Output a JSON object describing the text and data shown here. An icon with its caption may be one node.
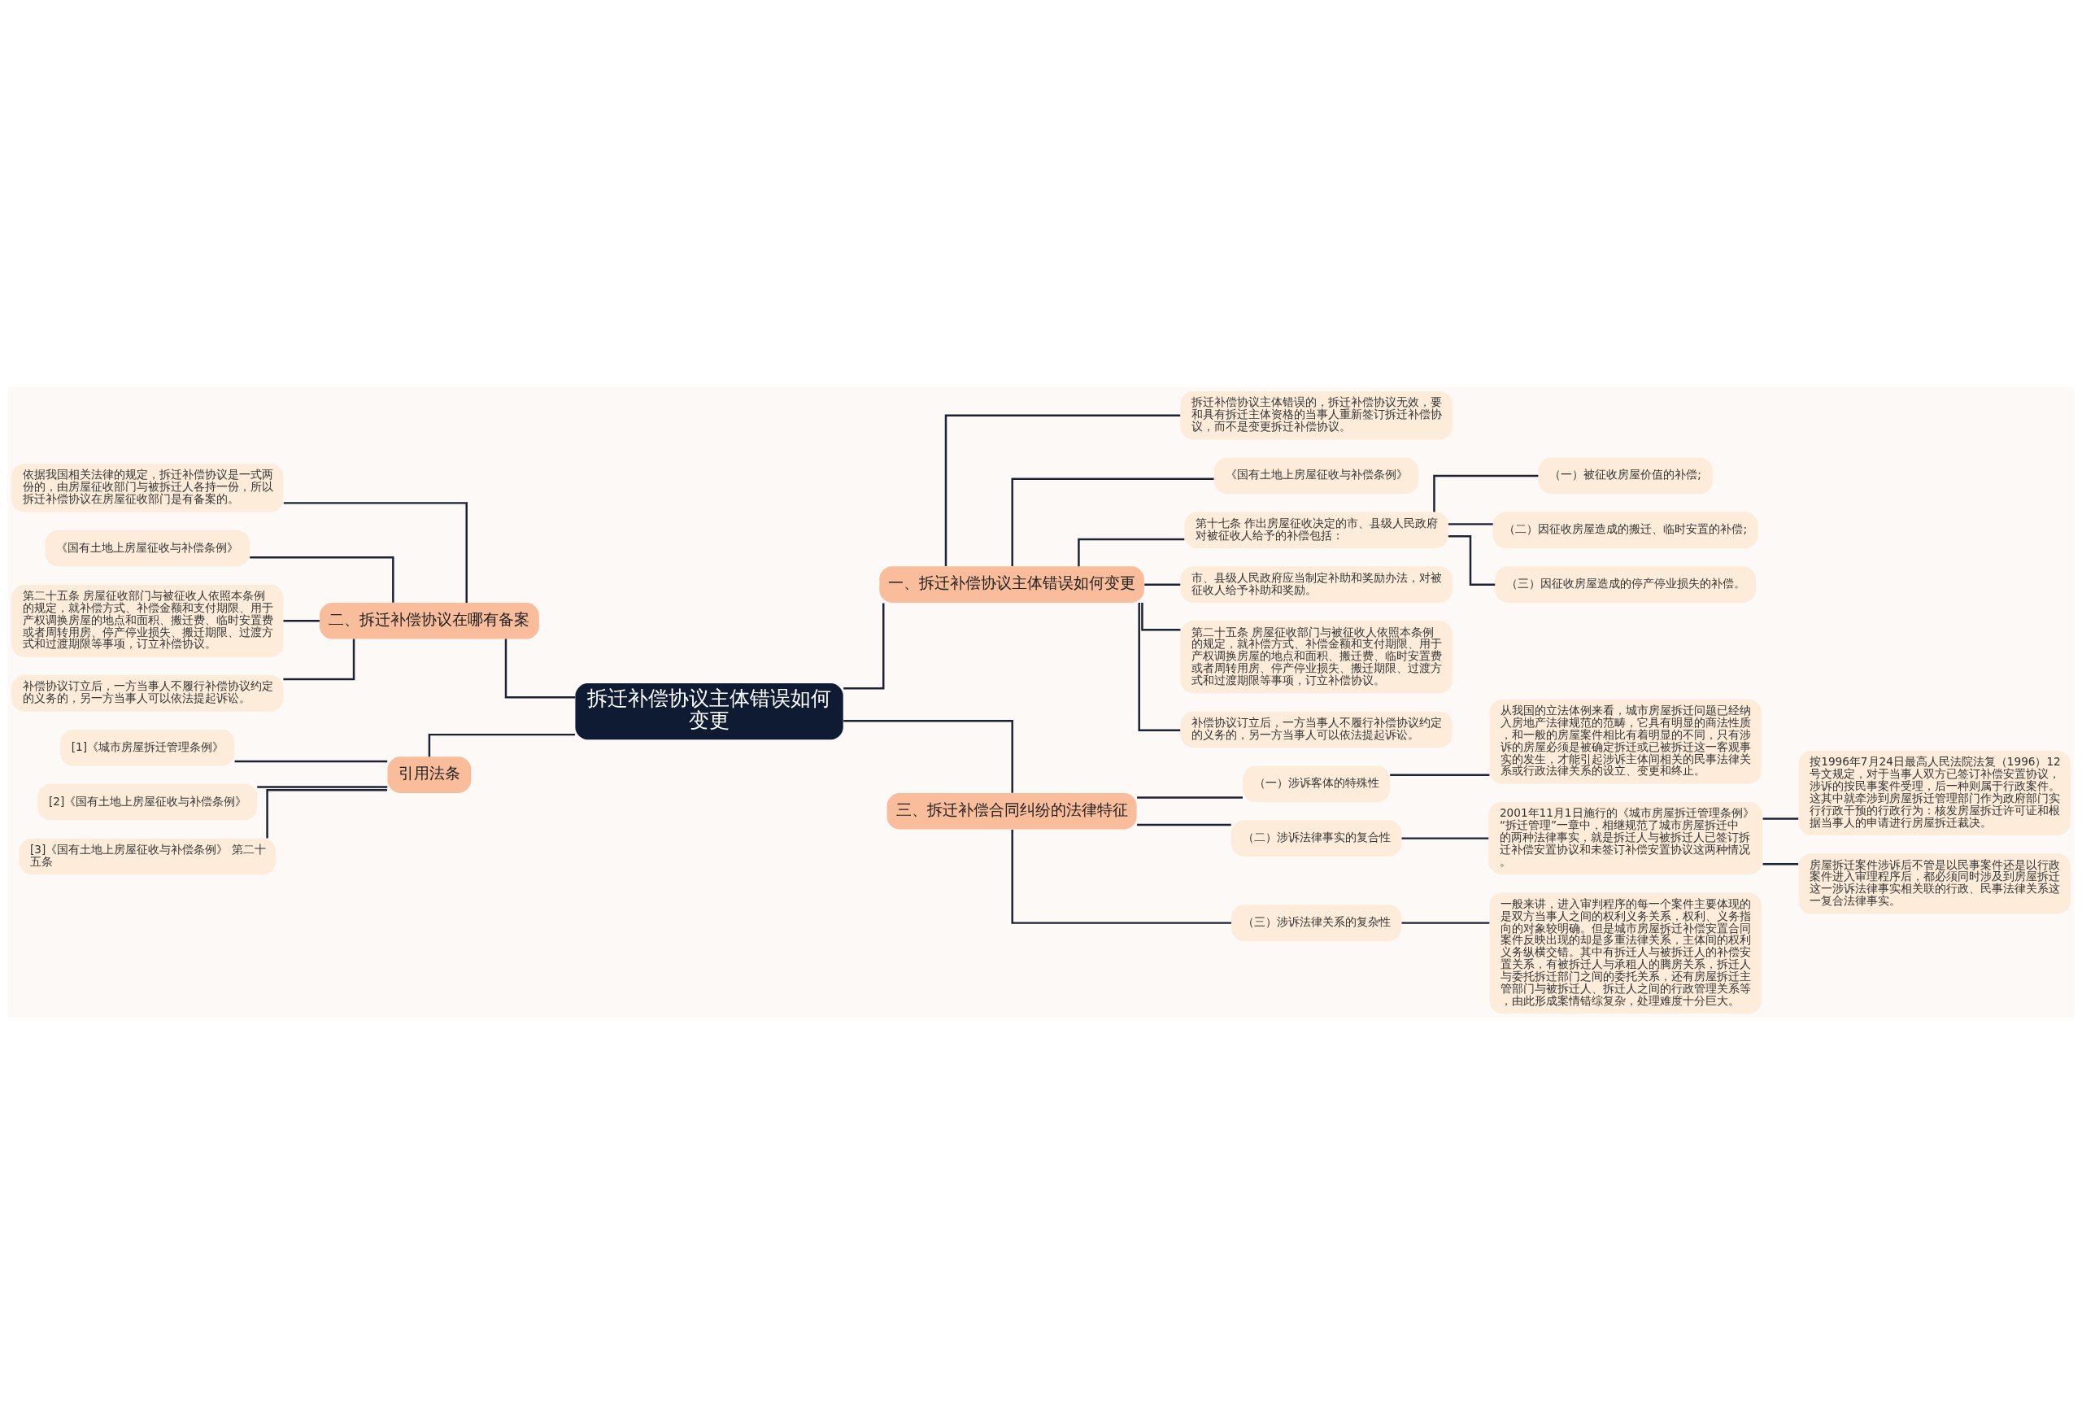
{
  "diagram": {
    "nodes": [
      {
        "text": [
          "拆迁补偿协议主体错误如何变更"
        ]
      },
      {
        "text": [
          "一、拆迁补偿协议主体错误如何变更"
        ]
      },
      {
        "text": [
          "拆迁补偿协议主体错误的，拆迁补偿协议无效，要和具有拆迁主体资格的当事人重新签订拆迁补偿协议，而不是变更拆迁补偿协议。"
        ]
      },
      {
        "text": [
          "《国有土地上房屋征收与补偿条例》"
        ]
      },
      {
        "text": [
          "第十七条 作出房屋征收决定的市、县级人民政府对被征收人给予的补偿包括："
        ]
      },
      {
        "text": [
          "（一）被征收房屋价值的补偿;"
        ]
      },
      {
        "text": [
          "（二）因征收房屋造成的搬迁、临时安置的补偿;"
        ]
      },
      {
        "text": [
          "（三）因征收房屋造成的停产停业损失的补偿。"
        ]
      },
      {
        "text": [
          "市、县级人民政府应当制定补助和奖励办法，对被征收人给予补助和奖励。"
        ]
      },
      {
        "text": [
          "第二十五条 房屋征收部门与被征收人依照本条例的规定，就补偿方式、补偿金额和支付期限、用于产权调换房屋的地点和面积、搬迁费、临时安置费或者周转用房、停产停业损失、搬迁期限、过渡方式和过渡期限等事项，订立补偿协议。"
        ]
      },
      {
        "text": [
          "补偿协议订立后，一方当事人不履行补偿协议约定的义务的，另一方当事人可以依法提起诉讼。"
        ]
      },
      {
        "text": [
          "二、拆迁补偿协议在哪有备案"
        ]
      },
      {
        "text": [
          "依据我国相关法律的规定，拆迁补偿协议是一式两份的，由房屋征收部门与被拆迁人各持一份，所以拆迁补偿协议在房屋征收部门是有备案的。"
        ]
      },
      {
        "text": [
          "《国有土地上房屋征收与补偿条例》"
        ]
      },
      {
        "text": [
          "第二十五条 房屋征收部门与被征收人依照本条例的规定，就补偿方式、补偿金额和支付期限、用于产权调换房屋的地点和面积、搬迁费、临时安置费或者周转用房、停产停业损失、搬迁期限、过渡方式和过渡期限等事项，订立补偿协议。"
        ]
      },
      {
        "text": [
          "补偿协议订立后，一方当事人不履行补偿协议约定的义务的，另一方当事人可以依法提起诉讼。"
        ]
      },
      {
        "text": [
          "引用法条"
        ]
      },
      {
        "text": [
          "[1]《城市房屋拆迁管理条例》"
        ]
      },
      {
        "text": [
          "[2]《国有土地上房屋征收与补偿条例》"
        ]
      },
      {
        "text": [
          "[3]《国有土地上房屋征收与补偿条例》 第二十五条"
        ]
      },
      {
        "text": [
          "三、拆迁补偿合同纠纷的法律特征"
        ]
      },
      {
        "text": [
          "（一）涉诉客体的特殊性"
        ]
      },
      {
        "text": [
          "从我国的立法体例来看，城市房屋拆迁问题已经纳入房地产法律规范的范畴，它具有明显的商法性质，和一般的房屋案件相比有着明显的不同，只有涉诉的房屋必须是被确定拆迁或已被拆迁这一客观事实的发生，才能引起涉诉主体间相关的民事法律关系或行政法律关系的设立、变更和终止。"
        ]
      },
      {
        "text": [
          "（二）涉诉法律事实的复合性"
        ]
      },
      {
        "text": [
          "2001年11月1日施行的《城市房屋拆迁管理条例》“拆迁管理”一章中，相继规范了城市房屋拆迁中的两种法律事实，就是拆迁人与被拆迁人已签订拆迁补偿安置协议和未签订补偿安置协议这两种情况。"
        ]
      },
      {
        "text": [
          "按1996年7月24日最高人民法院法复（1996）12号文规定，对于当事人双方已签订补偿安置协议，涉诉的按民事案件受理，后一种则属于行政案件。这其中就牵涉到房屋拆迁管理部门作为政府部门实行行政干预的行政行为：核发房屋拆迁许可证和根据当事人的申请进行房屋拆迁裁决。"
        ]
      },
      {
        "text": [
          "房屋拆迁案件涉诉后不管是以民事案件还是以行政案件进入审理程序后，都必须同时涉及到房屋拆迁这一涉诉法律事实相关联的行政、民事法律关系这一复合法律事实。"
        ]
      },
      {
        "text": [
          "（三）涉诉法律关系的复杂性"
        ]
      },
      {
        "text": [
          "一般来讲，进入审判程序的每一个案件主要体现的是双方当事人之间的权利义务关系，权利、义务指向的对象较明确。但是城市房屋拆迁补偿安置合同案件反映出现的却是多重法律关系，主体间的权利义务纵横交错。其中有拆迁人与被拆迁人的补偿安置关系，有被拆迁人与承租人的腾房关系，拆迁人与委托拆迁部门之间的委托关系，还有房屋拆迁主管部门与被拆迁人、拆迁人之间的行政管理关系等，由此形成案情错综复杂，处理难度十分巨大。"
        ]
      }
    ],
    "edges": [
      {
        "from": 0,
        "to": 1,
        "arrow": "none"
      },
      {
        "from": 1,
        "to": 2,
        "arrow": "none"
      },
      {
        "from": 1,
        "to": 3,
        "arrow": "none"
      },
      {
        "from": 1,
        "to": 4,
        "arrow": "none"
      },
      {
        "from": 4,
        "to": 5,
        "arrow": "none"
      },
      {
        "from": 4,
        "to": 6,
        "arrow": "none"
      },
      {
        "from": 4,
        "to": 7,
        "arrow": "none"
      },
      {
        "from": 1,
        "to": 8,
        "arrow": "none"
      },
      {
        "from": 1,
        "to": 9,
        "arrow": "none"
      },
      {
        "from": 1,
        "to": 10,
        "arrow": "none"
      },
      {
        "from": 0,
        "to": 11,
        "arrow": "none"
      },
      {
        "from": 11,
        "to": 12,
        "arrow": "none"
      },
      {
        "from": 11,
        "to": 13,
        "arrow": "none"
      },
      {
        "from": 11,
        "to": 14,
        "arrow": "none"
      },
      {
        "from": 11,
        "to": 15,
        "arrow": "none"
      },
      {
        "from": 0,
        "to": 16,
        "arrow": "none"
      },
      {
        "from": 16,
        "to": 17,
        "arrow": "none"
      },
      {
        "from": 16,
        "to": 18,
        "arrow": "none"
      },
      {
        "from": 16,
        "to": 19,
        "arrow": "none"
      },
      {
        "from": 0,
        "to": 20,
        "arrow": "none"
      },
      {
        "from": 20,
        "to": 21,
        "arrow": "none"
      },
      {
        "from": 21,
        "to": 22,
        "arrow": "none"
      },
      {
        "from": 20,
        "to": 23,
        "arrow": "none"
      },
      {
        "from": 23,
        "to": 24,
        "arrow": "none"
      },
      {
        "from": 24,
        "to": 25,
        "arrow": "none"
      },
      {
        "from": 24,
        "to": 26,
        "arrow": "none"
      },
      {
        "from": 20,
        "to": 27,
        "arrow": "none"
      },
      {
        "from": 27,
        "to": 28,
        "arrow": "none"
      }
    ]
  }
}
